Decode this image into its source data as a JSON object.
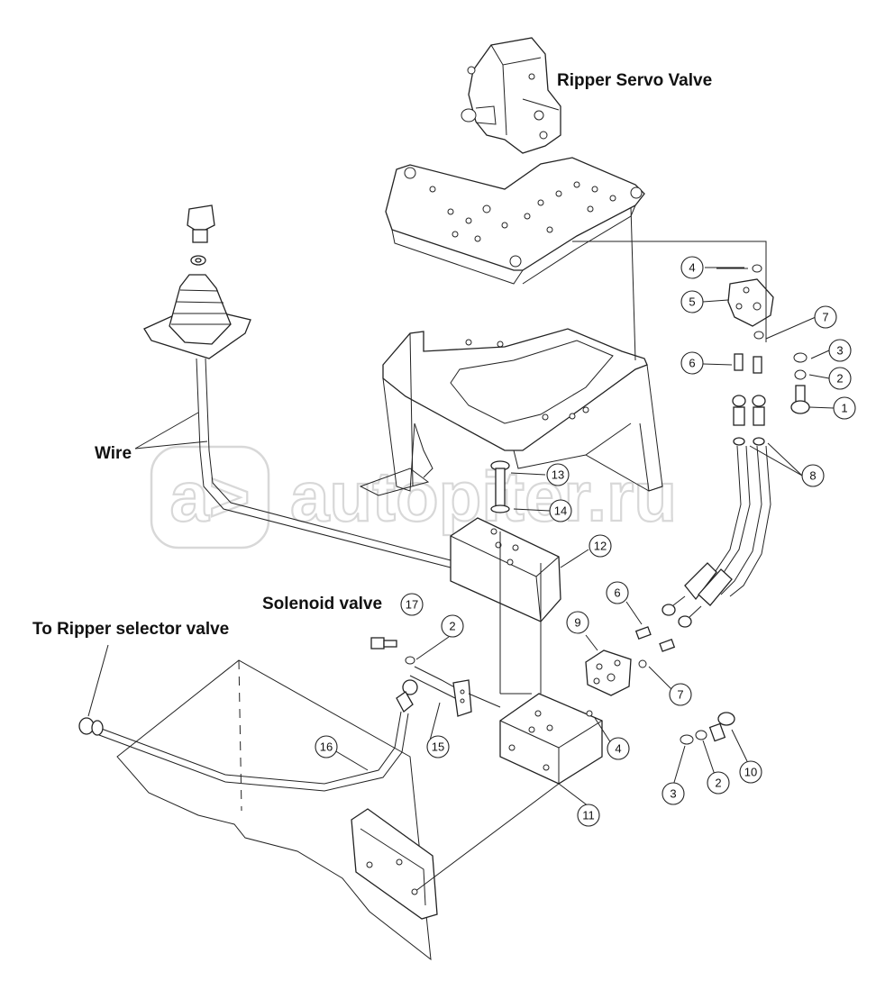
{
  "labels": {
    "ripper_servo_valve": "Ripper Servo Valve",
    "wire": "Wire",
    "solenoid_valve": "Solenoid valve",
    "to_ripper_selector_valve": "To Ripper selector valve"
  },
  "watermark": {
    "logo": "a>",
    "text": "autopiter.ru"
  },
  "callouts": [
    {
      "id": "c4a",
      "number": "4"
    },
    {
      "id": "c5",
      "number": "5"
    },
    {
      "id": "c7a",
      "number": "7"
    },
    {
      "id": "c3a",
      "number": "3"
    },
    {
      "id": "c2a",
      "number": "2"
    },
    {
      "id": "c6a",
      "number": "6"
    },
    {
      "id": "c1",
      "number": "1"
    },
    {
      "id": "c8",
      "number": "8"
    },
    {
      "id": "c13",
      "number": "13"
    },
    {
      "id": "c14",
      "number": "14"
    },
    {
      "id": "c12",
      "number": "12"
    },
    {
      "id": "c17",
      "number": "17"
    },
    {
      "id": "c6b",
      "number": "6"
    },
    {
      "id": "c9",
      "number": "9"
    },
    {
      "id": "c2b",
      "number": "2"
    },
    {
      "id": "c7b",
      "number": "7"
    },
    {
      "id": "c4b",
      "number": "4"
    },
    {
      "id": "c15",
      "number": "15"
    },
    {
      "id": "c16",
      "number": "16"
    },
    {
      "id": "c11",
      "number": "11"
    },
    {
      "id": "c3b",
      "number": "3"
    },
    {
      "id": "c2c",
      "number": "2"
    },
    {
      "id": "c10",
      "number": "10"
    }
  ],
  "colors": {
    "line": "#222222",
    "watermark": "#d8d8d8",
    "background": "#ffffff"
  }
}
